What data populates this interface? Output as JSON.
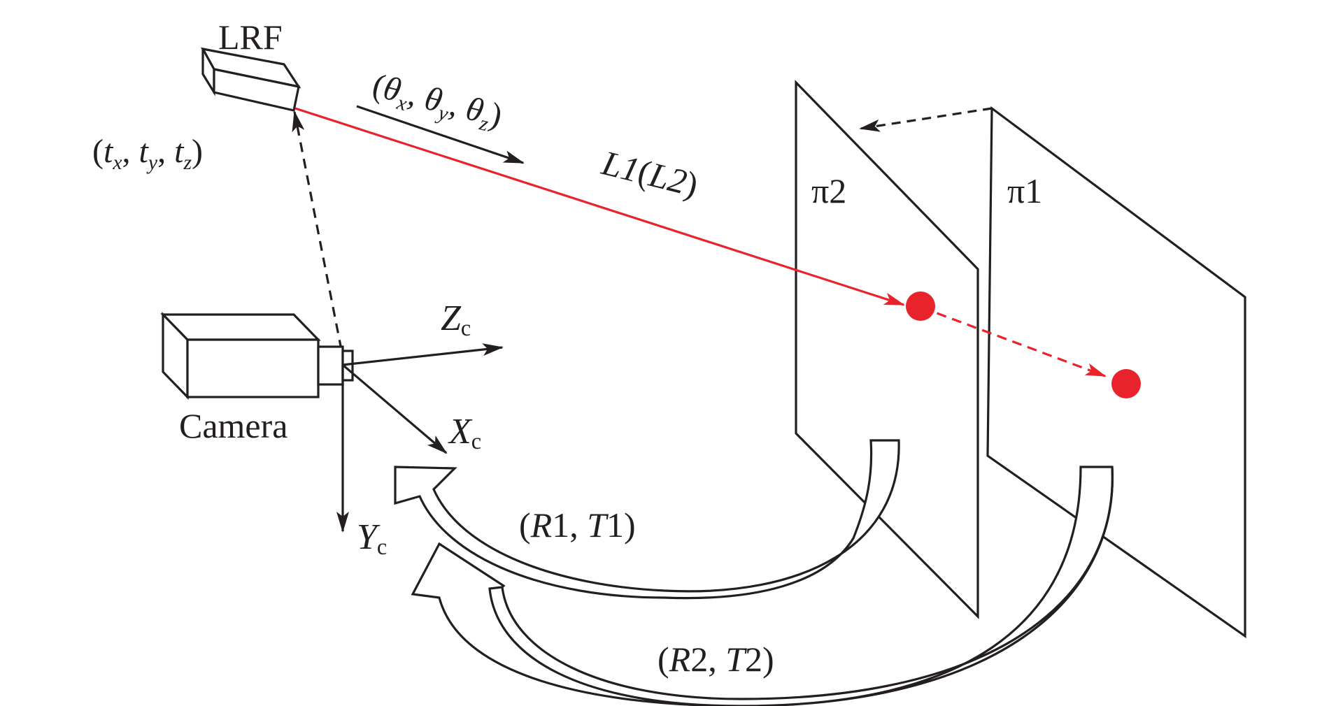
{
  "labels": {
    "lrf": "LRF",
    "rotation": {
      "open": "(",
      "theta": "θ",
      "x": "x",
      "y": "y",
      "z": "z",
      "sep": ", ",
      "close": ")"
    },
    "translation": {
      "open": "(",
      "t": "t",
      "x": "x",
      "y": "y",
      "z": "z",
      "sep": ", ",
      "close": ")"
    },
    "line": {
      "l1": "L1",
      "paren_open": "(",
      "l2": "L2",
      "paren_close": ")"
    },
    "plane2": "π2",
    "plane1": "π1",
    "camera": "Camera",
    "zc": {
      "main": "Z",
      "sub": "c"
    },
    "xc": {
      "main": "X",
      "sub": "c"
    },
    "yc": {
      "main": "Y",
      "sub": "c"
    },
    "rt1": {
      "open": "(",
      "r": "R",
      "r_num": "1",
      "sep": ", ",
      "t": "T",
      "t_num": "1",
      "close": ")"
    },
    "rt2": {
      "open": "(",
      "r": "R",
      "r_num": "2",
      "sep": ", ",
      "t": "T",
      "t_num": "2",
      "close": ")"
    }
  },
  "colors": {
    "ink": "#231f20",
    "laser": "#e8232b",
    "background": "#ffffff"
  }
}
